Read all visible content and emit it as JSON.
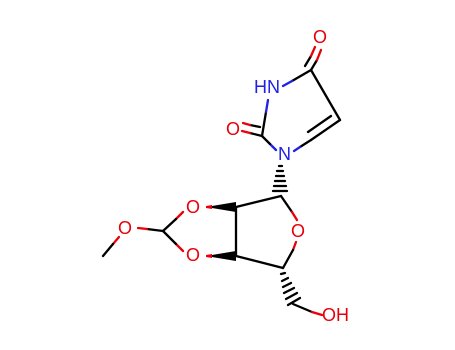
{
  "colors": {
    "carbon": "#000000",
    "oxygen": "#e8000a",
    "nitrogen": "#2020e6"
  },
  "atoms": {
    "carbonyl_top_o": "O",
    "imide_nh": "HN",
    "carbonyl_left_o": "O",
    "ring_n": "N",
    "dioxolane_o_upper": "O",
    "dioxolane_o_lower": "O",
    "ring_o": "O",
    "methoxy_o": "O",
    "hydroxyl": "OH"
  }
}
